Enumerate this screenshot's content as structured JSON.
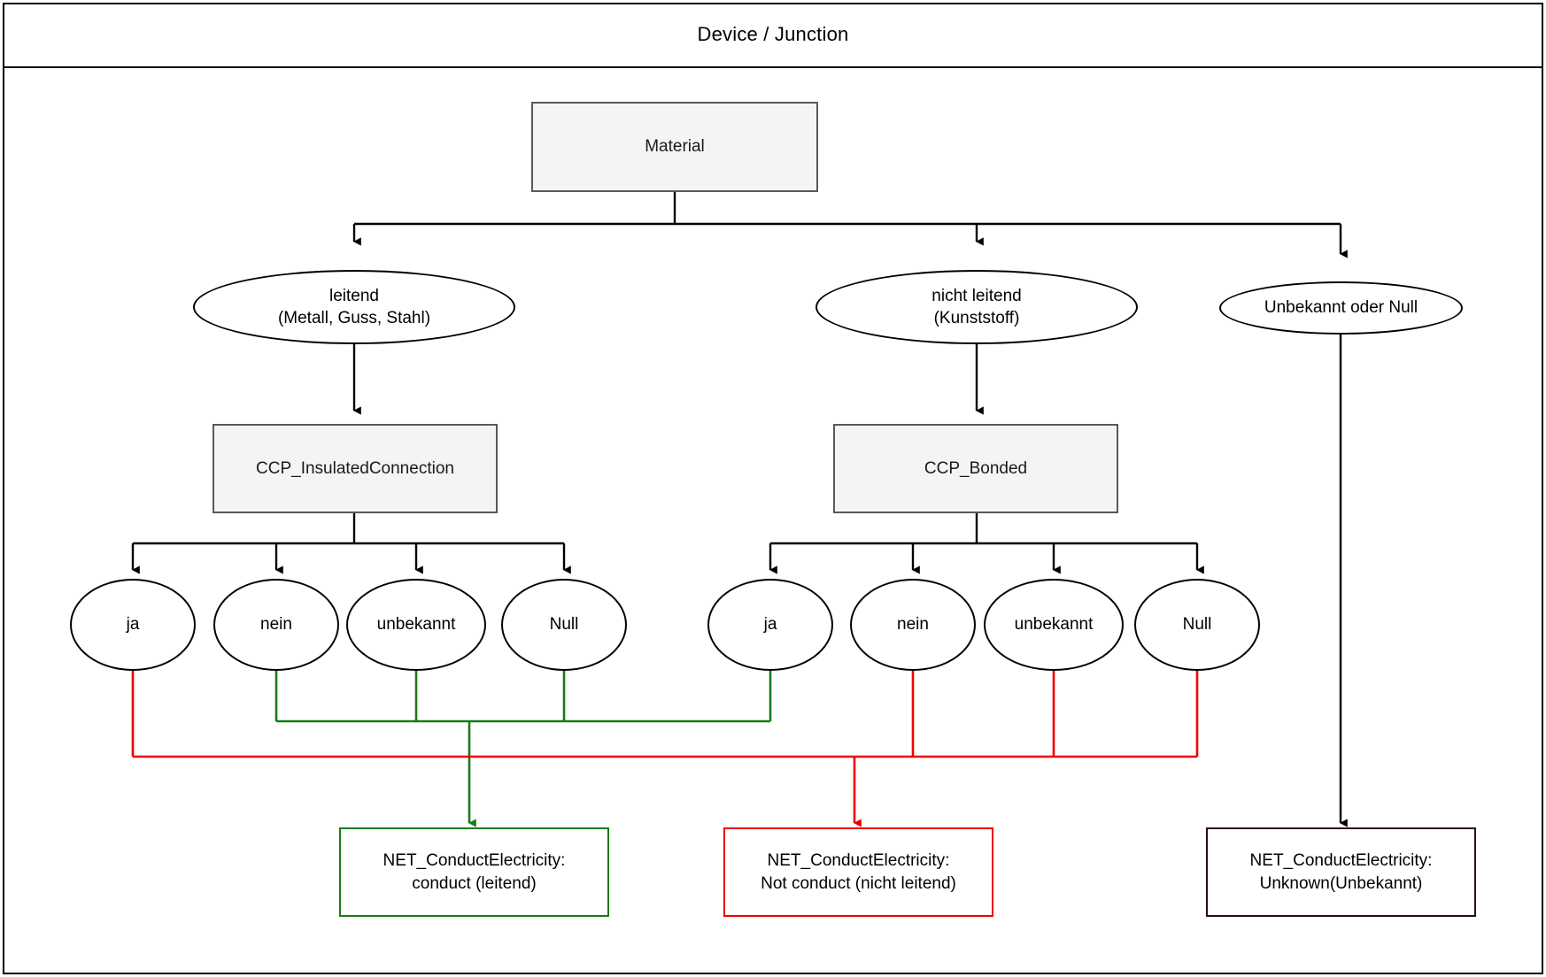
{
  "header": {
    "title": "Device / Junction"
  },
  "colors": {
    "conduct_green": "#1a7a1a",
    "not_conduct_red": "#ee0000",
    "unknown_black": "#2b0b0b",
    "process_fill": "#f4f4f4",
    "process_border": "#57595b",
    "line_black": "#000000"
  },
  "nodes": {
    "root": {
      "label": "Material",
      "type": "process"
    },
    "material_branches": [
      {
        "label": "leitend\n(Metall, Guss, Stahl)",
        "line1": "leitend",
        "line2": "(Metall, Guss, Stahl)",
        "type": "decision"
      },
      {
        "label": "nicht leitend\n(Kunststoff)",
        "line1": "nicht leitend",
        "line2": "(Kunststoff)",
        "type": "decision"
      },
      {
        "label": "Unbekannt oder Null",
        "line1": "Unbekannt oder Null",
        "line2": "",
        "type": "decision"
      }
    ],
    "ccp": [
      {
        "label": "CCP_InsulatedConnection",
        "type": "process"
      },
      {
        "label": "CCP_Bonded",
        "type": "process"
      }
    ],
    "insulated_values": [
      {
        "label": "ja",
        "outcome": "not_conduct"
      },
      {
        "label": "nein",
        "outcome": "conduct"
      },
      {
        "label": "unbekannt",
        "outcome": "conduct"
      },
      {
        "label": "Null",
        "outcome": "conduct"
      }
    ],
    "bonded_values": [
      {
        "label": "ja",
        "outcome": "conduct"
      },
      {
        "label": "nein",
        "outcome": "not_conduct"
      },
      {
        "label": "unbekannt",
        "outcome": "not_conduct"
      },
      {
        "label": "Null",
        "outcome": "not_conduct"
      }
    ],
    "results": [
      {
        "id": "conduct",
        "line1": "NET_ConductElectricity:",
        "line2": "conduct (leitend)",
        "color": "#1a7a1a"
      },
      {
        "id": "not_conduct",
        "line1": "NET_ConductElectricity:",
        "line2": "Not conduct (nicht leitend)",
        "color": "#ee0000"
      },
      {
        "id": "unknown",
        "line1": "NET_ConductElectricity:",
        "line2": "Unknown(Unbekannt)",
        "color": "#2b0b0b"
      }
    ]
  }
}
